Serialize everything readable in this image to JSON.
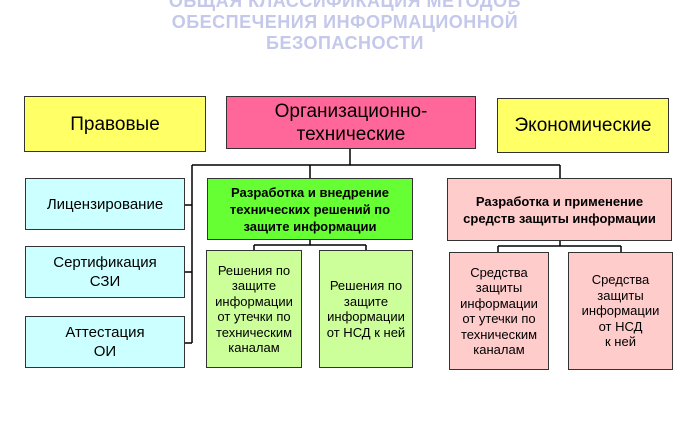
{
  "title": {
    "line1": "ОБЩАЯ КЛАССИФИКАЦИЯ МЕТОДОВ",
    "line2": "ОБЕСПЕЧЕНИЯ  ИНФОРМАЦИОННОЙ",
    "line3": "БЕЗОПАСНОСТИ"
  },
  "top": {
    "legal": "Правовые",
    "org_tech": "Организационно-\nтехнические",
    "economic": "Экономические"
  },
  "left": {
    "licensing": "Лицензирование",
    "certification": "Сертификация\nСЗИ",
    "attestation": "Аттестация\nОИ"
  },
  "middle": {
    "header": "Разработка и внедрение\nтехнических решений по\nзащите информации",
    "leak": "Решения по\nзащите\nинформации\nот утечки по\nтехническим\nканалам",
    "nsd": "Решения по\nзащите\nинформации\nот НСД к ней"
  },
  "right": {
    "header": "Разработка и применение\nсредств защиты информации",
    "leak": "Средства\nзащиты\nинформации\nот утечки по\nтехническим\nканалам",
    "nsd": "Средства\nзащиты\nинформации\nот НСД\nк ней"
  },
  "colors": {
    "yellow": "#ffff66",
    "pink": "#ff6699",
    "cyan": "#ccffff",
    "green": "#66ff33",
    "lightgreen": "#ccff99",
    "lightpink": "#ffcccc",
    "title": "#c4c8ea"
  }
}
